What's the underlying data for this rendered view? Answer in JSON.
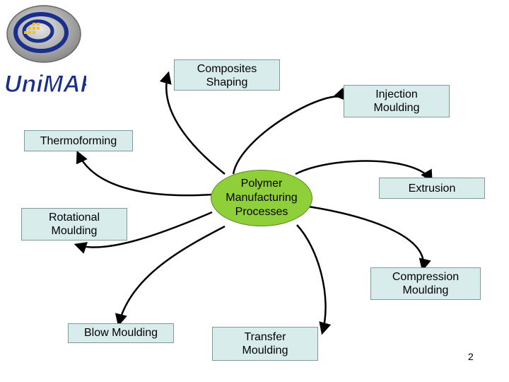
{
  "logo": {
    "text": "UniMAP"
  },
  "center": {
    "label": "Polymer\nManufacturing\nProcesses"
  },
  "nodes": {
    "composites": "Composites\nShaping",
    "injection": "Injection\nMoulding",
    "thermoforming": "Thermoforming",
    "extrusion": "Extrusion",
    "rotational": "Rotational\nMoulding",
    "compression": "Compression\nMoulding",
    "blow": "Blow Moulding",
    "transfer": "Transfer\nMoulding"
  },
  "page_number": "2",
  "colors": {
    "node_fill": "#d9ecec",
    "center_fill": "#8fcf3a",
    "logo_blue": "#1a2f8c",
    "logo_yellow": "#f4c400"
  }
}
